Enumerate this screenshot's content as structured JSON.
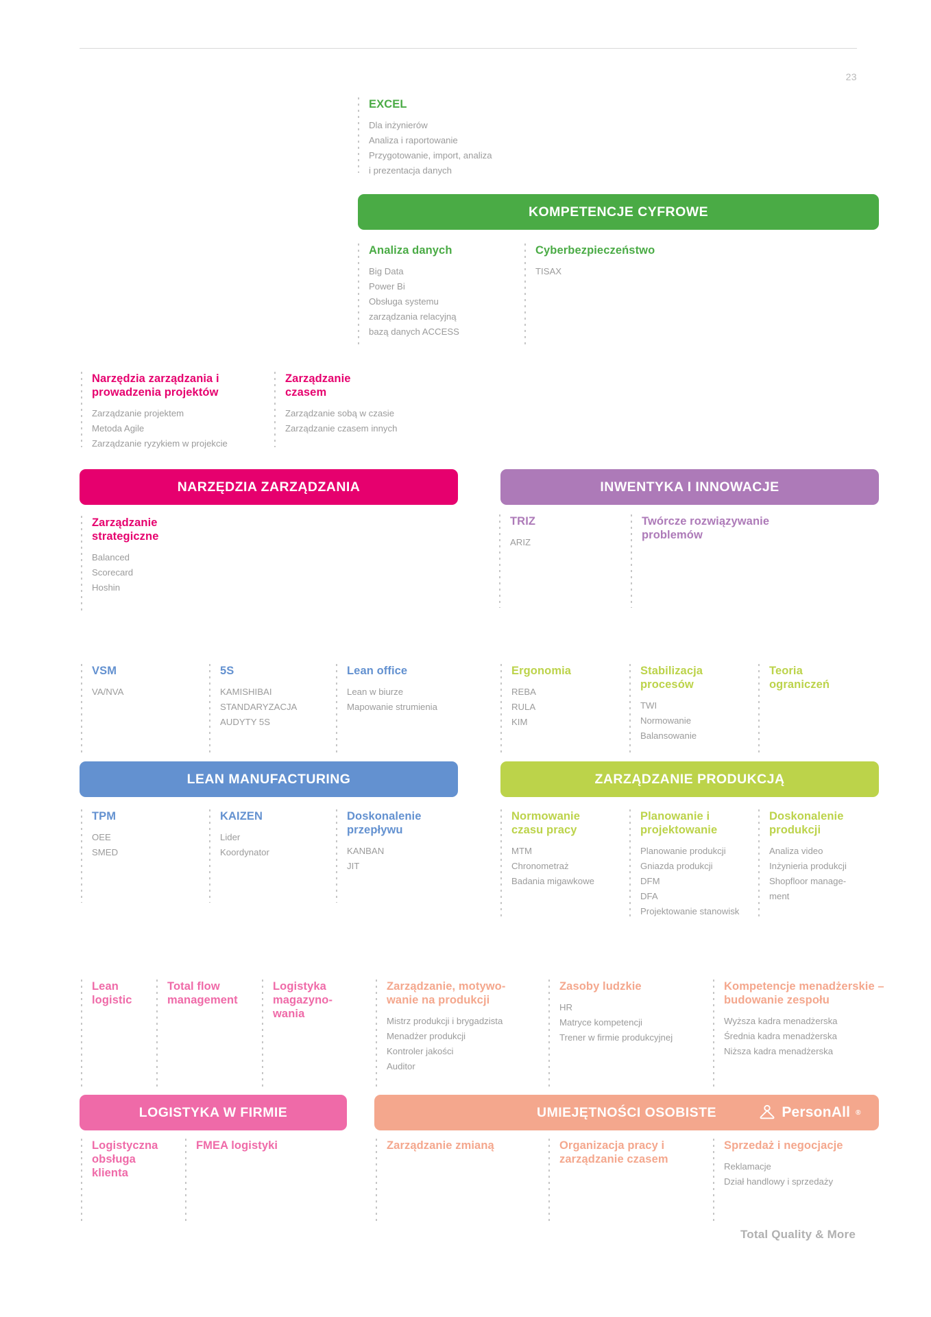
{
  "page": {
    "number": "23",
    "footer_tagline": "Total Quality & More"
  },
  "brand": {
    "name": "PersonAll",
    "registered": "®"
  },
  "colors": {
    "green": "#4aab45",
    "pink": "#e6006e",
    "purple": "#ad7ab8",
    "blue": "#6391d0",
    "lime": "#bcd34a",
    "magenta": "#ef6aa8",
    "salmon": "#f4a78d",
    "body_text": "#9b9b9b",
    "page_number": "#b9b9b9"
  },
  "sections": [
    {
      "id": "kompetencje-cyfrowe",
      "title": "KOMPETENCJE CYFROWE",
      "color": "#4aab45",
      "above": [
        {
          "heading": "EXCEL",
          "items": [
            "Dla inżynierów",
            "Analiza i raportowanie",
            "Przygotowanie, import, analiza",
            "i prezentacja danych"
          ]
        }
      ],
      "below": [
        {
          "heading": "Analiza danych",
          "items": [
            "Big Data",
            "Power Bi",
            "Obsługa systemu",
            "zarządzania relacyjną",
            "bazą danych ACCESS"
          ]
        },
        {
          "heading": "Cyberbezpieczeństwo",
          "items": [
            "TISAX"
          ]
        }
      ]
    },
    {
      "id": "narzedzia-zarzadzania",
      "title": "NARZĘDZIA ZARZĄDZANIA",
      "color": "#e6006e",
      "above": [
        {
          "heading": "Narzędzia zarządzania i prowadzenia projektów",
          "items": [
            "Zarządzanie projektem",
            "Metoda Agile",
            "Zarządzanie ryzykiem w projekcie"
          ]
        },
        {
          "heading": "Zarządzanie czasem",
          "items": [
            "Zarządzanie sobą w czasie",
            "Zarządzanie czasem innych"
          ]
        }
      ],
      "below": [
        {
          "heading": "Zarządzanie strategiczne",
          "items": [
            "Balanced",
            "Scorecard",
            "Hoshin"
          ]
        }
      ]
    },
    {
      "id": "inwentyka-i-innowacje",
      "title": "INWENTYKA I INNOWACJE",
      "color": "#ad7ab8",
      "above": [],
      "below": [
        {
          "heading": "TRIZ",
          "items": [
            "ARIZ"
          ]
        },
        {
          "heading": "Twórcze rozwiązywanie problemów",
          "items": []
        }
      ]
    },
    {
      "id": "lean-manufacturing",
      "title": "LEAN MANUFACTURING",
      "color": "#6391d0",
      "above": [
        {
          "heading": "VSM",
          "items": [
            "VA/NVA"
          ]
        },
        {
          "heading": "5S",
          "items": [
            "KAMISHIBAI",
            "STANDARYZACJA",
            "AUDYTY 5S"
          ]
        },
        {
          "heading": "Lean office",
          "items": [
            "Lean w biurze",
            "Mapowanie strumienia"
          ]
        }
      ],
      "below": [
        {
          "heading": "TPM",
          "items": [
            "OEE",
            "SMED"
          ]
        },
        {
          "heading": "KAIZEN",
          "items": [
            "Lider",
            "Koordynator"
          ]
        },
        {
          "heading": "Doskonalenie przepływu",
          "items": [
            "KANBAN",
            "JIT"
          ]
        }
      ]
    },
    {
      "id": "zarzadzanie-produkcja",
      "title": "ZARZĄDZANIE PRODUKCJĄ",
      "color": "#bcd34a",
      "above": [
        {
          "heading": "Ergonomia",
          "items": [
            "REBA",
            "RULA",
            "KIM"
          ]
        },
        {
          "heading": "Stabilizacja procesów",
          "items": [
            "TWI",
            "Normowanie",
            "Balansowanie"
          ]
        },
        {
          "heading": "Teoria ograniczeń",
          "items": []
        }
      ],
      "below": [
        {
          "heading": "Normowanie czasu pracy",
          "items": [
            "MTM",
            "Chronometraż",
            "Badania migawkowe"
          ]
        },
        {
          "heading": "Planowanie i projektowanie",
          "items": [
            "Planowanie produkcji",
            "Gniazda produkcji",
            "DFM",
            "DFA",
            "Projektowanie stanowisk"
          ]
        },
        {
          "heading": "Doskonalenie produkcji",
          "items": [
            "Analiza video",
            "Inżynieria produkcji",
            "Shopfloor manage-",
            "ment"
          ]
        }
      ]
    },
    {
      "id": "logistyka-w-firmie",
      "title": "LOGISTYKA W FIRMIE",
      "color": "#ef6aa8",
      "above": [
        {
          "heading": "Lean logistic",
          "items": []
        },
        {
          "heading": "Total flow management",
          "items": []
        },
        {
          "heading": "Logistyka magazyno-wania",
          "items": []
        }
      ],
      "below": [
        {
          "heading": "Logistyczna obsługa klienta",
          "items": []
        },
        {
          "heading": "FMEA logistyki",
          "items": []
        }
      ]
    },
    {
      "id": "umiejetnosci-osobiste",
      "title": "UMIEJĘTNOŚCI OSOBISTE",
      "color": "#f4a78d",
      "above": [
        {
          "heading": "Zarządzanie, motywo-wanie na produkcji",
          "items": [
            "Mistrz produkcji i brygadzista",
            "Menadżer produkcji",
            "Kontroler jakości",
            "Auditor"
          ]
        },
        {
          "heading": "Zasoby ludzkie",
          "items": [
            "HR",
            "Matryce kompetencji",
            "Trener w firmie produkcyjnej"
          ]
        },
        {
          "heading": "Kompetencje menadżerskie – budowanie zespołu",
          "items": [
            "Wyższa kadra menadżerska",
            "Średnia kadra menadżerska",
            "Niższa kadra menadżerska"
          ]
        }
      ],
      "below": [
        {
          "heading": "Zarządzanie zmianą",
          "items": []
        },
        {
          "heading": "Organizacja pracy i zarządzanie czasem",
          "items": []
        },
        {
          "heading": "Sprzedaż i negocjacje",
          "items": [
            "Reklamacje",
            "Dział handlowy i sprzedaży"
          ]
        }
      ]
    }
  ]
}
